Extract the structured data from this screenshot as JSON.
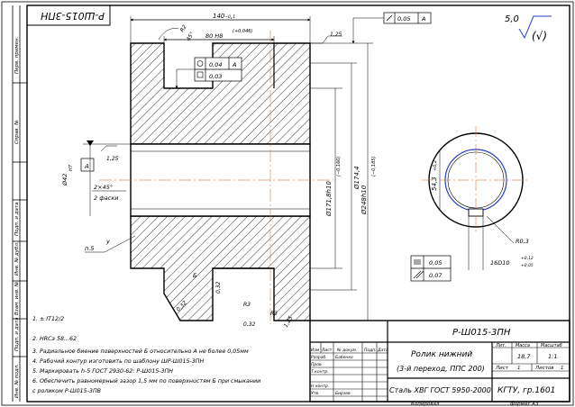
{
  "document": {
    "designation_stamp": "Р-Ш015-3ПН",
    "designation": "Р-Ш015-3ПН",
    "part_name_line1": "Ролик нижний",
    "part_name_line2": "(3-й переход, ППС 200)",
    "material": "Сталь ХВГ ГОСТ 5950-2000",
    "organization": "КГТУ, гр.1601",
    "mass": "18,7",
    "scale": "1:1",
    "sheet_label": "Лист",
    "sheet_num": "1",
    "sheets_label": "Листов",
    "sheets_count": "1",
    "format": "Формат А3",
    "copied": "Копировал"
  },
  "title_block": {
    "lit_header": "Лит.",
    "mass_header": "Масса",
    "scale_header": "Масштаб",
    "rows": [
      {
        "col1": "Изм",
        "col2": "Лист",
        "col3": "№ докум.",
        "col4": "Подп.",
        "col5": "Дата"
      },
      {
        "role": "Разраб.",
        "name": "Бабенко"
      },
      {
        "role": "Пров.",
        "name": ""
      },
      {
        "role": "Т.контр.",
        "name": ""
      },
      {
        "role": "Н.контр.",
        "name": ""
      },
      {
        "role": "Утв.",
        "name": "Бирзев"
      }
    ]
  },
  "side_stamp": [
    "Перв. примен.",
    "Справ. №",
    "Подп. и дата",
    "Инв. № дубл.",
    "Взам. инв. №",
    "Подп. и дата",
    "Инв. № подл."
  ],
  "roughness": {
    "general": "5,0",
    "general_paren": "(√)"
  },
  "dimensions": {
    "overall_width": "140₋₀,₁",
    "groove_width": "80 Н8",
    "groove_tol": "(+0,046)",
    "chamfer_r": "R2",
    "angle": "45°",
    "rough_top": "1,25",
    "perp_tol": "0,05",
    "perp_datum": "A",
    "tolbox1_val": "0,04",
    "tolbox1_datum": "A",
    "tolbox2_val": "0,03",
    "bore_dia": "Ø42",
    "bore_tol": "H7",
    "rough_bore": "1,25",
    "chamfers": "2×45°",
    "chamfers_note": "2 фаски",
    "hub_dia": "Ø171,8h10",
    "hub_tol": "(−0,160)",
    "profile_dia": "Ø174,4",
    "outer_dia": "Ø248h10",
    "outer_tol": "(−0,185)",
    "key_depth": "54,3",
    "key_depth_tol": "+0,2",
    "key_r": "R0,3",
    "key_width": "16D10",
    "key_width_tol1": "+0,12",
    "key_width_tol2": "+0,05",
    "sym_tol": "0,05",
    "par_tol": "0,07",
    "chamfer_label": "п.5",
    "surface_b": "Б",
    "rough_032a": "0,32",
    "rough_032b": "0,32",
    "rough_032c": "0,32",
    "r3a": "R3",
    "r3b": "R3",
    "rough_125b": "1,25",
    "datum_a": "A"
  },
  "notes": [
    "1. ± IT12/2",
    "2. HRCэ 58...62",
    "3. Радиальное биение поверхностей Б относительно А не более 0,05мм",
    "4. Рабочий контур изготовить по шаблону ШР-Ш015-3ПН",
    "5. Маркировать h-5 ГОСТ 2930-62: Р-Ш015-3ПН",
    "6. Обеспечить равномерный зазор 1,5 мм по поверхностям Б при смыкании",
    "   с роликом Р-Ш015-3ПВ"
  ]
}
